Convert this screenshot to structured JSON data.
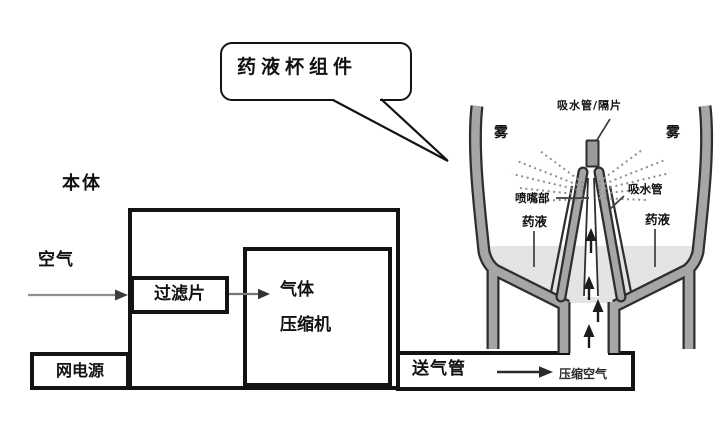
{
  "colors": {
    "wall_gray": "#a6a6a6",
    "liquid_gray": "#e4e4e4",
    "outline": "#2e2e2e",
    "line_black": "#131313"
  },
  "callout": {
    "label": "药液杯组件"
  },
  "main_unit": {
    "title": "本体",
    "air_label": "空气",
    "filter_label": "过滤片",
    "compressor_label_line1": "气体",
    "compressor_label_line2": "压缩机",
    "power_label": "网电源"
  },
  "air_tube": {
    "label": "送气管",
    "flow_label": "压缩空气"
  },
  "cup_assembly": {
    "mist_left": "雾",
    "mist_right": "雾",
    "baffle_label": "吸水管/隔片",
    "nozzle_label": "喷嘴部",
    "suction_tube_label": "吸水管",
    "liquid_left": "药液",
    "liquid_right": "药液"
  }
}
